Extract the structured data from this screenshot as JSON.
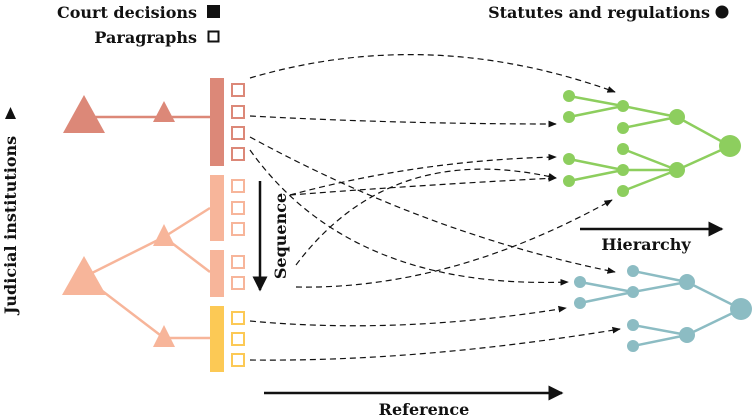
{
  "legend": {
    "court_decisions": "Court decisions",
    "paragraphs": "Paragraphs",
    "statutes": "Statutes and regulations",
    "judicial_institutions": "Judicial institutions"
  },
  "axes": {
    "sequence": "Sequence",
    "hierarchy": "Hierarchy",
    "reference": "Reference"
  },
  "colors": {
    "court_dark": "#dc8878",
    "court_light": "#f7b59a",
    "court_yellow": "#fcc955",
    "statute_green": "#8dce5e",
    "statute_teal": "#8cbcc3",
    "ink": "#111111"
  },
  "icons": {
    "court_decision": "filled-square",
    "paragraph": "hollow-square",
    "statute": "filled-circle",
    "institution": "filled-triangle"
  }
}
